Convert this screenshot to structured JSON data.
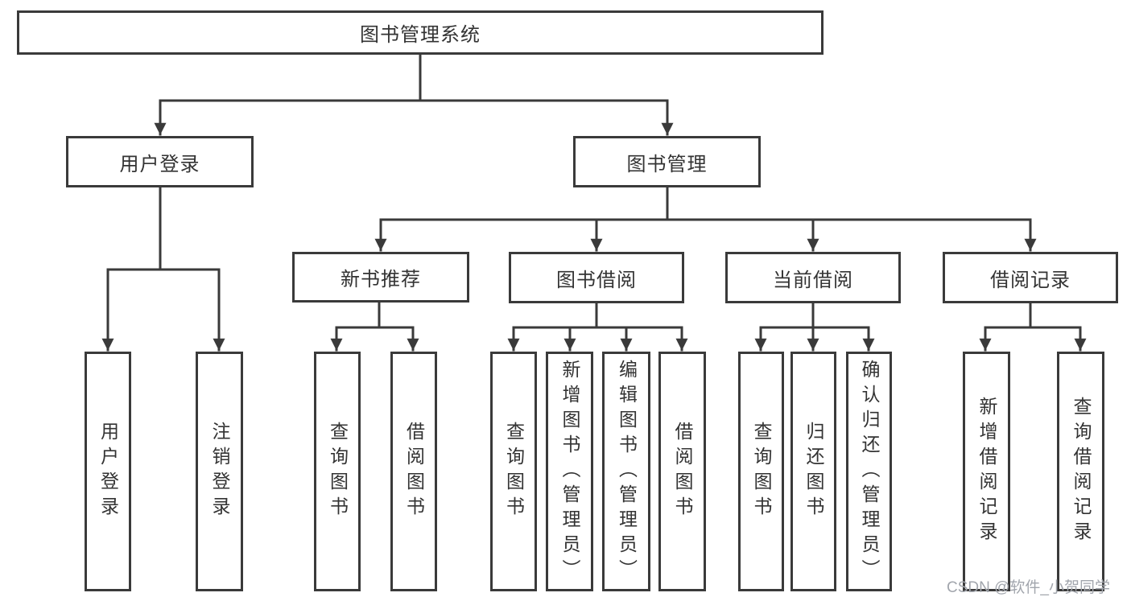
{
  "diagram": {
    "type": "tree",
    "nodes": {
      "root": "图书管理系统",
      "user_login": "用户登录",
      "book_management": "图书管理",
      "new_book_recommend": "新书推荐",
      "book_borrowing": "图书借阅",
      "current_borrowing": "当前借阅",
      "borrowing_records": "借阅记录",
      "leaf_user_login": "用户登录",
      "leaf_logout": "注销登录",
      "leaf_nb_query_books": "查询图书",
      "leaf_nb_borrow_books": "借阅图书",
      "leaf_bb_query_books": "查询图书",
      "leaf_bb_add_books": "新增图书（管理员）",
      "leaf_bb_edit_books": "编辑图书（管理员）",
      "leaf_bb_borrow_books": "借阅图书",
      "leaf_cb_query_books": "查询图书",
      "leaf_cb_return_books": "归还图书",
      "leaf_cb_confirm_return": "确认归还（管理员）",
      "leaf_br_add_record": "新增借阅记录",
      "leaf_br_query_record": "查询借阅记录"
    },
    "edges": [
      [
        "图书管理系统",
        "用户登录"
      ],
      [
        "图书管理系统",
        "图书管理"
      ],
      [
        "用户登录",
        "用户登录"
      ],
      [
        "用户登录",
        "注销登录"
      ],
      [
        "图书管理",
        "新书推荐"
      ],
      [
        "图书管理",
        "图书借阅"
      ],
      [
        "图书管理",
        "当前借阅"
      ],
      [
        "图书管理",
        "借阅记录"
      ],
      [
        "新书推荐",
        "查询图书"
      ],
      [
        "新书推荐",
        "借阅图书"
      ],
      [
        "图书借阅",
        "查询图书"
      ],
      [
        "图书借阅",
        "新增图书（管理员）"
      ],
      [
        "图书借阅",
        "编辑图书（管理员）"
      ],
      [
        "图书借阅",
        "借阅图书"
      ],
      [
        "当前借阅",
        "查询图书"
      ],
      [
        "当前借阅",
        "归还图书"
      ],
      [
        "当前借阅",
        "确认归还（管理员）"
      ],
      [
        "借阅记录",
        "新增借阅记录"
      ],
      [
        "借阅记录",
        "查询借阅记录"
      ]
    ]
  },
  "watermark": "CSDN @软件_小贺同学",
  "colors": {
    "line": "#3a3a3a",
    "text": "#333333",
    "watermark": "#a2a6ad",
    "background": "#ffffff"
  }
}
